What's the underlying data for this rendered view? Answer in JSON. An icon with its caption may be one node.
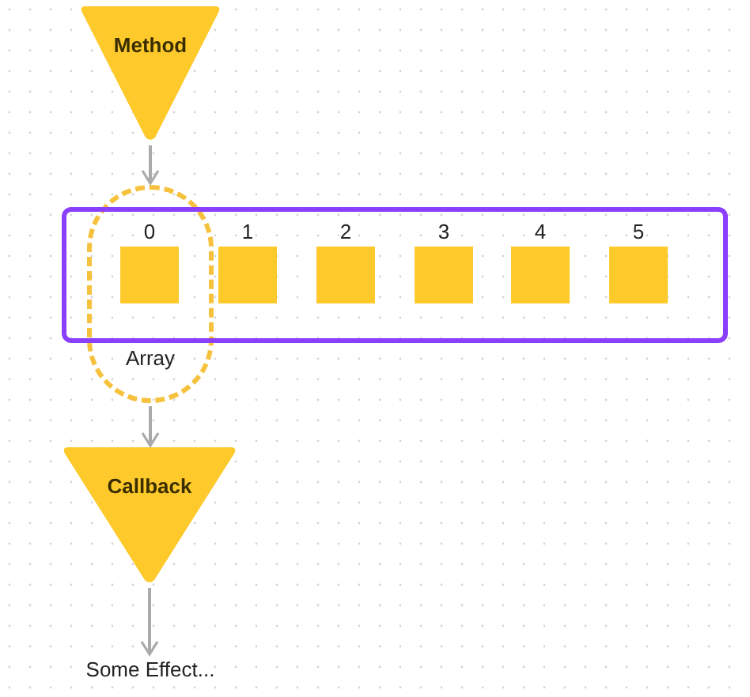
{
  "diagram": {
    "nodes": [
      {
        "text": [
          "Method"
        ]
      },
      {
        "text": [
          "Array"
        ]
      },
      {
        "text": [],
        "shape": "box"
      },
      {
        "text": [],
        "shape": "box",
        "beside": [
          "0"
        ]
      },
      {
        "text": [],
        "shape": "box",
        "in": 2,
        "beside": [
          "1"
        ]
      },
      {
        "text": [],
        "shape": "box",
        "in": 2,
        "beside": [
          "2"
        ]
      },
      {
        "text": [],
        "shape": "box",
        "in": 2,
        "beside": [
          "3"
        ]
      },
      {
        "text": [],
        "shape": "box",
        "in": 2,
        "beside": [
          "4"
        ]
      },
      {
        "text": [],
        "shape": "box",
        "in": 2,
        "beside": [
          "5"
        ]
      },
      {
        "text": [
          "Callback"
        ]
      },
      {
        "text": [
          "Some Effect..."
        ]
      }
    ],
    "edges": [
      {
        "from": 0,
        "to": 1,
        "arrow": "to"
      },
      {
        "from": 1,
        "to": 9,
        "arrow": "to"
      },
      {
        "from": 9,
        "to": 10,
        "arrow": "to"
      }
    ]
  }
}
